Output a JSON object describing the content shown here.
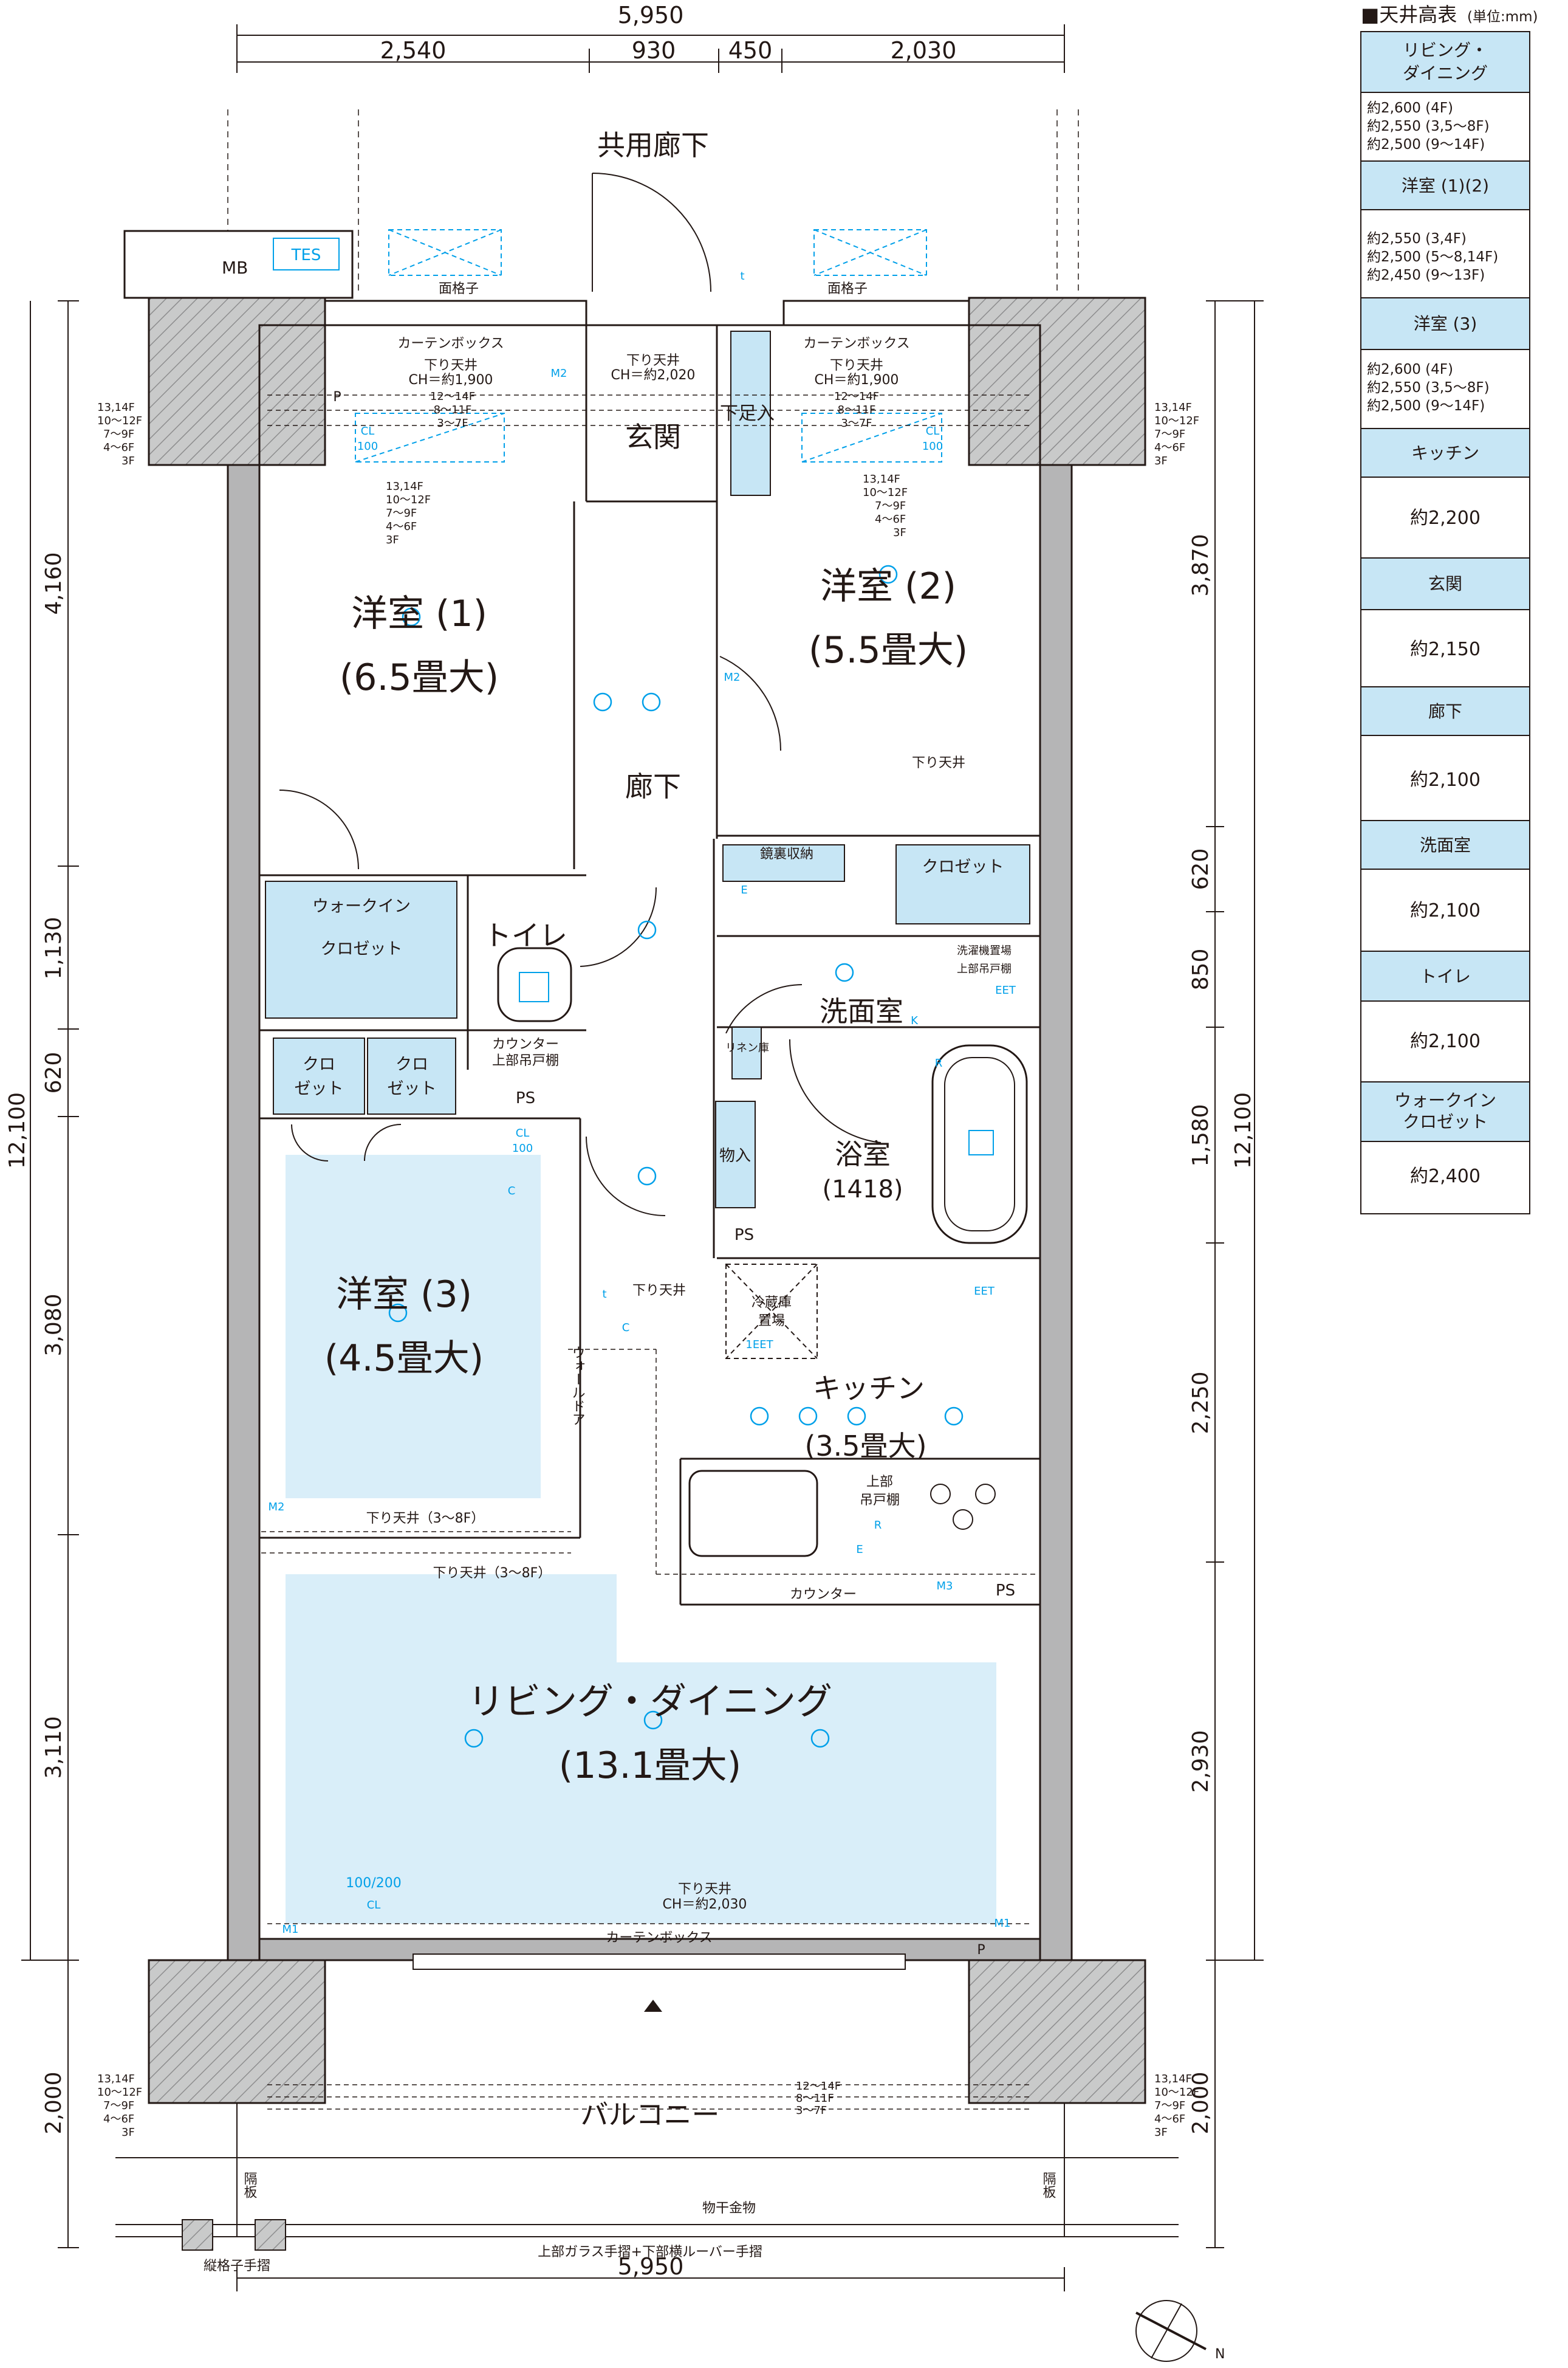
{
  "dimensions": {
    "top_total": "5,950",
    "top_segments": [
      "2,540",
      "930",
      "450",
      "2,030"
    ],
    "bottom_total": "5,950",
    "left": [
      "4,160",
      "1,130",
      "620",
      "3,080",
      "3,110",
      "2,000"
    ],
    "left_total": "12,100",
    "right": [
      "3,870",
      "620",
      "850",
      "1,580",
      "2,250",
      "2,930",
      "2,000"
    ],
    "right_total": "12,100"
  },
  "rooms": {
    "corridor_common": "共用廊下",
    "western1_name": "洋室 (1)",
    "western1_size": "(6.5畳大)",
    "western2_name": "洋室 (2)",
    "western2_size": "(5.5畳大)",
    "western3_name": "洋室 (3)",
    "western3_size": "(4.5畳大)",
    "entrance": "玄関",
    "hallway": "廊下",
    "toilet": "トイレ",
    "washroom": "洗面室",
    "bath_name": "浴室",
    "bath_size": "(1418)",
    "kitchen_name": "キッチン",
    "kitchen_size": "(3.5畳大)",
    "living_name": "リビング・ダイニング",
    "living_size": "(13.1畳大)",
    "balcony": "バルコニー"
  },
  "labels": {
    "mb": "MB",
    "tes": "TES",
    "lattice_left": "面格子",
    "lattice_right": "面格子",
    "curtain_box_left": "カーテンボックス",
    "curtain_box_right": "カーテンボックス",
    "curtain_box_living": "カーテンボックス",
    "drop_ceiling": "下り天井",
    "ch_left": "CH＝約1,900",
    "ch_entrance": "CH＝約2,020",
    "ch_right": "CH＝約1,900",
    "ch_living": "CH＝約2,030",
    "floors_a": "12～14F",
    "floors_b": "8～11F",
    "floors_c": "3～7F",
    "floors_list": [
      "13,14F",
      "10～12F",
      "7～9F",
      "4～6F",
      "3F"
    ],
    "shoe_box": "下足入",
    "walkin_closet_line1": "ウォークイン",
    "walkin_closet_line2": "クロゼット",
    "closet": "クロゼット",
    "closet_split_a": "クロ",
    "closet_split_b": "ゼット",
    "counter_cabinet_line1": "カウンター",
    "counter_cabinet_line2": "上部吊戸棚",
    "ps": "PS",
    "cl": "CL",
    "cl_100": "100",
    "cl_100_200": "100/200",
    "mirror_storage": "鏡裏収納",
    "linen": "リネン庫",
    "storage": "物入",
    "washer_labels": [
      "洗濯機置場",
      "上部吊戸棚"
    ],
    "eet": "EET",
    "fridge_line1": "冷蔵庫",
    "fridge_line2": "置場",
    "eet1": "1EET",
    "wall_door": "ウォールドア",
    "upper_cabinet_line1": "上部",
    "upper_cabinet_line2": "吊戸棚",
    "counter": "カウンター",
    "drop_ceiling_floors": "下り天井（3～8F）",
    "partition": "隔板",
    "clothes_hanger": "物干金物",
    "handrail": "上部ガラス手摺+下部横ルーバー手摺",
    "vertical_handrail": "縦格子手摺",
    "north": "N",
    "markers": [
      "M1",
      "M2",
      "M3",
      "P",
      "C",
      "R",
      "K",
      "E",
      "t"
    ]
  },
  "ceiling_table": {
    "title": "■天井高表",
    "unit": "(単位:mm)",
    "rows": [
      {
        "name": "リビング・ダイニング",
        "values": [
          "約2,600 (4F)",
          "約2,550 (3,5～8F)",
          "約2,500 (9～14F)"
        ]
      },
      {
        "name": "洋室 (1)(2)",
        "values": [
          "約2,550 (3,4F)",
          "約2,500 (5～8,14F)",
          "約2,450 (9～13F)"
        ]
      },
      {
        "name": "洋室 (3)",
        "values": [
          "約2,600 (4F)",
          "約2,550 (3,5～8F)",
          "約2,500 (9～14F)"
        ]
      },
      {
        "name": "キッチン",
        "values": [
          "約2,200"
        ]
      },
      {
        "name": "玄関",
        "values": [
          "約2,150"
        ]
      },
      {
        "name": "廊下",
        "values": [
          "約2,100"
        ]
      },
      {
        "name": "洗面室",
        "values": [
          "約2,100"
        ]
      },
      {
        "name": "トイレ",
        "values": [
          "約2,100"
        ]
      },
      {
        "name": "ウォークイン クロゼット",
        "values": [
          "約2,400"
        ]
      }
    ]
  },
  "colors": {
    "closet_blue": "#c7e6f5",
    "living_blue": "#d9eef9",
    "wall_gray": "#b5b5b6",
    "line": "#231815",
    "accent": "#00a0e9"
  }
}
